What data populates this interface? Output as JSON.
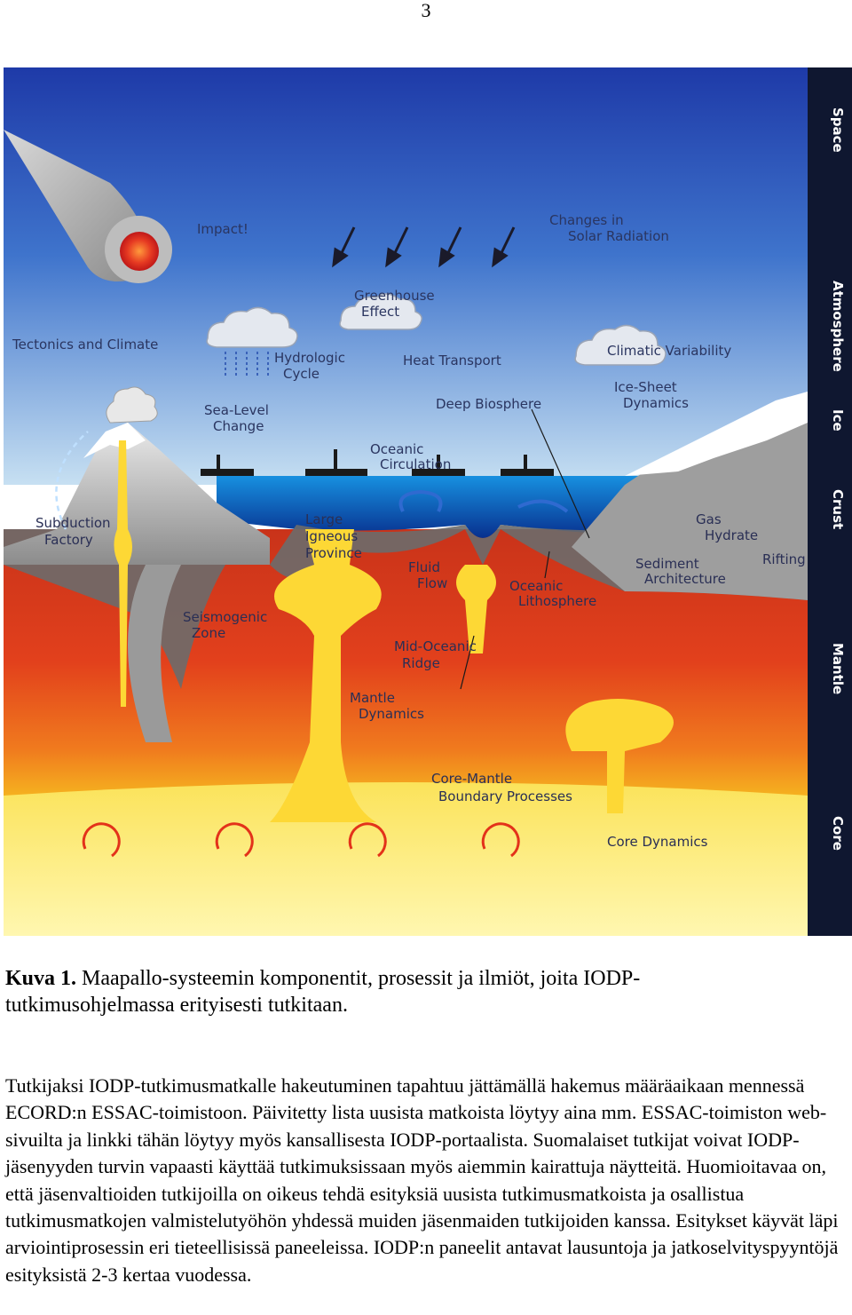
{
  "page_number": "3",
  "figure": {
    "side_labels": {
      "space": "Space",
      "atmosphere": "Atmosphere",
      "ice": "Ice",
      "crust": "Crust",
      "mantle": "Mantle",
      "core": "Core"
    },
    "labels": {
      "impact": "Impact!",
      "solar_1": "Changes in",
      "solar_2": "Solar Radiation",
      "greenhouse_1": "Greenhouse",
      "greenhouse_2": "Effect",
      "tectonics": "Tectonics and Climate",
      "hydrologic_1": "Hydrologic",
      "hydrologic_2": "Cycle",
      "heat_transport": "Heat Transport",
      "climatic_variability": "Climatic Variability",
      "ice_sheet_1": "Ice-Sheet",
      "ice_sheet_2": "Dynamics",
      "deep_biosphere": "Deep Biosphere",
      "sea_level_1": "Sea-Level",
      "sea_level_2": "Change",
      "oceanic_circ_1": "Oceanic",
      "oceanic_circ_2": "Circulation",
      "subduction_1": "Subduction",
      "subduction_2": "Factory",
      "large_igneous_1": "Large",
      "large_igneous_2": "Igneous",
      "large_igneous_3": "Province",
      "gas_hydrate_1": "Gas",
      "gas_hydrate_2": "Hydrate",
      "rifting": "Rifting",
      "fluid_flow_1": "Fluid",
      "fluid_flow_2": "Flow",
      "sediment_1": "Sediment",
      "sediment_2": "Architecture",
      "oceanic_litho_1": "Oceanic",
      "oceanic_litho_2": "Lithosphere",
      "seismogenic_1": "Seismogenic",
      "seismogenic_2": "Zone",
      "mid_oceanic_1": "Mid-Oceanic",
      "mid_oceanic_2": "Ridge",
      "mantle_dyn_1": "Mantle",
      "mantle_dyn_2": "Dynamics",
      "core_mantle_1": "Core-Mantle",
      "core_mantle_2": "Boundary Processes",
      "core_dynamics": "Core Dynamics"
    }
  },
  "caption": {
    "label": "Kuva 1.",
    "text": " Maapallo-systeemin komponentit, prosessit ja ilmiöt, joita IODP-tutkimusohjelmassa erityisesti tutkitaan."
  },
  "body_text": "Tutkijaksi IODP-tutkimusmatkalle hakeutuminen tapahtuu jättämällä hakemus määräaikaan mennessä ECORD:n ESSAC-toimistoon. Päivitetty lista uusista matkoista löytyy aina mm. ESSAC-toimiston web-sivuilta ja linkki tähän löytyy myös kansallisesta IODP-portaalista. Suomalaiset tutkijat voivat IODP-jäsenyyden turvin vapaasti käyttää tutkimuksissaan myös aiemmin kairattuja näytteitä. Huomioitavaa on, että jäsenvaltioiden tutkijoilla on oikeus tehdä esityksiä uusista tutkimusmatkoista ja osallistua tutkimusmatkojen valmistelutyöhön yhdessä muiden jäsenmaiden tutkijoiden kanssa. Esitykset käyvät läpi arviointiprosessin eri tieteellisissä paneeleissa. IODP:n paneelit antavat lausuntoja ja jatkoselvityspyyntöjä esityksistä 2-3 kertaa vuodessa.",
  "colors": {
    "sky_top": "#1e3aa8",
    "sky_bottom": "#b9d8ee",
    "ocean": "#0d63c8",
    "mantle_top": "#d4381c",
    "mantle_bottom": "#f6d21a",
    "core": "#fdf18a",
    "plume": "#fdd835",
    "side_bar": "#0f1730"
  }
}
